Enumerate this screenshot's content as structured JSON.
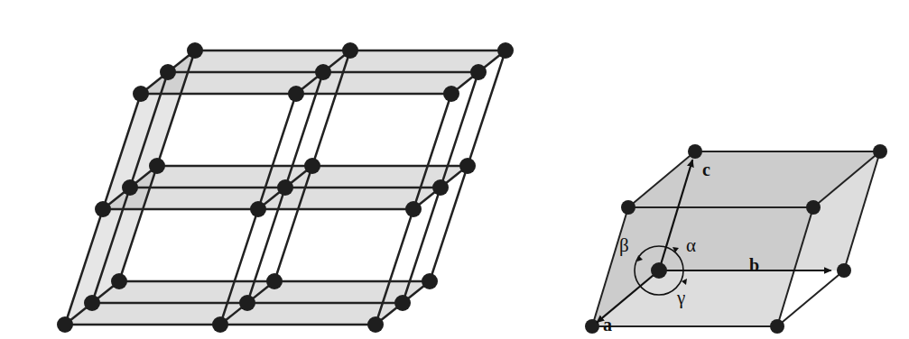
{
  "diagram": {
    "labels": [
      "c",
      "β",
      "α",
      "b",
      "γ",
      "a"
    ]
  }
}
